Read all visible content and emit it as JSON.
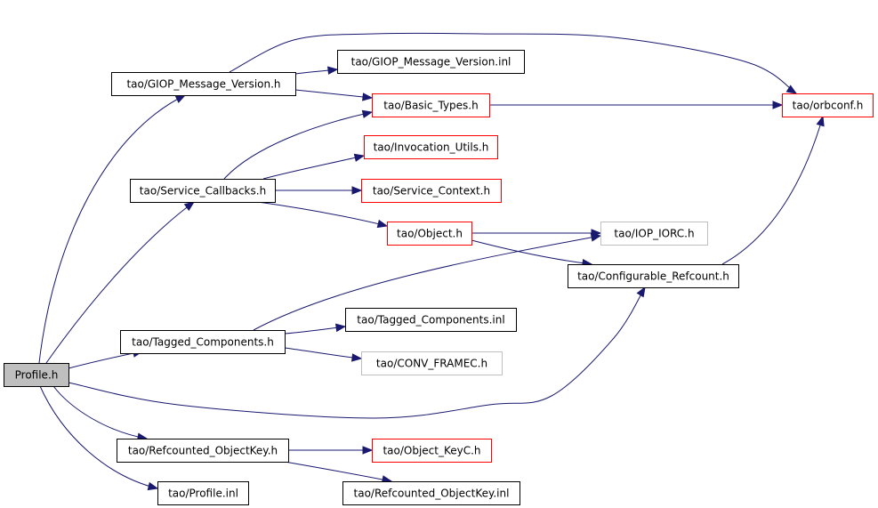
{
  "colors": {
    "edge": "#191970",
    "border_normal": "#000000",
    "border_red": "#ff0000",
    "border_gray": "#bfbfbf",
    "fill_root": "#bfbfbf",
    "fill_default": "#ffffff"
  },
  "nodes": [
    {
      "id": "profile_h",
      "label": "Profile.h",
      "style": "root"
    },
    {
      "id": "giop_mv_h",
      "label": "tao/GIOP_Message_Version.h",
      "style": "normal"
    },
    {
      "id": "giop_mv_inl",
      "label": "tao/GIOP_Message_Version.inl",
      "style": "normal"
    },
    {
      "id": "basic_types",
      "label": "tao/Basic_Types.h",
      "style": "red"
    },
    {
      "id": "orbconf",
      "label": "tao/orbconf.h",
      "style": "red"
    },
    {
      "id": "invocation_utils",
      "label": "tao/Invocation_Utils.h",
      "style": "red"
    },
    {
      "id": "service_callbacks",
      "label": "tao/Service_Callbacks.h",
      "style": "normal"
    },
    {
      "id": "service_context",
      "label": "tao/Service_Context.h",
      "style": "red"
    },
    {
      "id": "object_h",
      "label": "tao/Object.h",
      "style": "red"
    },
    {
      "id": "iop_iorc",
      "label": "tao/IOP_IORC.h",
      "style": "gray"
    },
    {
      "id": "conf_refcount",
      "label": "tao/Configurable_Refcount.h",
      "style": "normal"
    },
    {
      "id": "tagged_components",
      "label": "tao/Tagged_Components.h",
      "style": "normal"
    },
    {
      "id": "tagged_components_inl",
      "label": "tao/Tagged_Components.inl",
      "style": "normal"
    },
    {
      "id": "conv_framec",
      "label": "tao/CONV_FRAMEC.h",
      "style": "gray"
    },
    {
      "id": "refcounted_objkey",
      "label": "tao/Refcounted_ObjectKey.h",
      "style": "normal"
    },
    {
      "id": "object_keyc",
      "label": "tao/Object_KeyC.h",
      "style": "red"
    },
    {
      "id": "profile_inl",
      "label": "tao/Profile.inl",
      "style": "normal"
    },
    {
      "id": "refcounted_objkey_inl",
      "label": "tao/Refcounted_ObjectKey.inl",
      "style": "normal"
    }
  ],
  "edges": [
    {
      "from": "profile_h",
      "to": "giop_mv_h"
    },
    {
      "from": "profile_h",
      "to": "service_callbacks"
    },
    {
      "from": "profile_h",
      "to": "tagged_components"
    },
    {
      "from": "profile_h",
      "to": "conf_refcount"
    },
    {
      "from": "profile_h",
      "to": "refcounted_objkey"
    },
    {
      "from": "profile_h",
      "to": "profile_inl"
    },
    {
      "from": "giop_mv_h",
      "to": "giop_mv_inl"
    },
    {
      "from": "giop_mv_h",
      "to": "basic_types"
    },
    {
      "from": "giop_mv_h",
      "to": "orbconf"
    },
    {
      "from": "basic_types",
      "to": "orbconf"
    },
    {
      "from": "service_callbacks",
      "to": "basic_types"
    },
    {
      "from": "service_callbacks",
      "to": "invocation_utils"
    },
    {
      "from": "service_callbacks",
      "to": "service_context"
    },
    {
      "from": "service_callbacks",
      "to": "object_h"
    },
    {
      "from": "object_h",
      "to": "iop_iorc"
    },
    {
      "from": "object_h",
      "to": "conf_refcount"
    },
    {
      "from": "conf_refcount",
      "to": "orbconf"
    },
    {
      "from": "tagged_components",
      "to": "iop_iorc"
    },
    {
      "from": "tagged_components",
      "to": "tagged_components_inl"
    },
    {
      "from": "tagged_components",
      "to": "conv_framec"
    },
    {
      "from": "refcounted_objkey",
      "to": "object_keyc"
    },
    {
      "from": "refcounted_objkey",
      "to": "refcounted_objkey_inl"
    }
  ]
}
